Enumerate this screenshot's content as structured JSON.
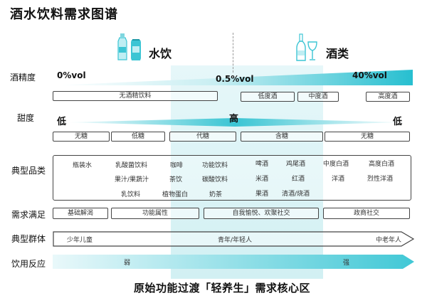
{
  "page": {
    "title": "酒水饮料需求图谱",
    "footer": "原始功能过渡「轻养生」需求核心区"
  },
  "headers": {
    "water_drinks": "水饮",
    "alcohol": "酒类"
  },
  "rows": {
    "alcohol_content": {
      "label": "酒精度",
      "marks": [
        "0%vol",
        "0.5%vol",
        "40%vol"
      ],
      "categories": [
        "无酒精饮料",
        "低度酒",
        "中度酒",
        "高度酒"
      ]
    },
    "sweetness": {
      "label": "甜度",
      "marks": [
        "低",
        "高",
        "低"
      ],
      "categories": [
        "无糖",
        "低糖",
        "代糖",
        "含糖",
        "无糖"
      ]
    },
    "typical_products": {
      "label": "典型品类",
      "items": [
        "瓶装水",
        "乳酸菌饮料",
        "咖啡",
        "功能饮料",
        "啤酒",
        "鸡尾酒",
        "中度白酒",
        "高度白酒",
        "果汁/果蔬汁",
        "茶饮",
        "碳酸饮料",
        "米酒",
        "红酒",
        "洋酒",
        "烈性洋酒",
        "乳饮料",
        "植物蛋白",
        "奶茶",
        "果酒",
        "清酒/烧酒"
      ]
    },
    "needs": {
      "label": "需求满足",
      "items": [
        "基础解渴",
        "功能属性",
        "自我愉悦、欢聚社交",
        "政商社交"
      ]
    },
    "audience": {
      "label": "典型群体",
      "items": [
        "少年儿童",
        "青年/年轻人",
        "中老年人"
      ]
    },
    "reaction": {
      "label": "饮用反应",
      "items": [
        "弱",
        "强"
      ]
    }
  },
  "colors": {
    "accent": "#3cc5d4",
    "highlight": "#d8f3f6",
    "outline": "#444444"
  },
  "icons": [
    "water-bottle-icon",
    "drink-can-icon",
    "wine-bottle-icon",
    "wine-glass-icon"
  ]
}
